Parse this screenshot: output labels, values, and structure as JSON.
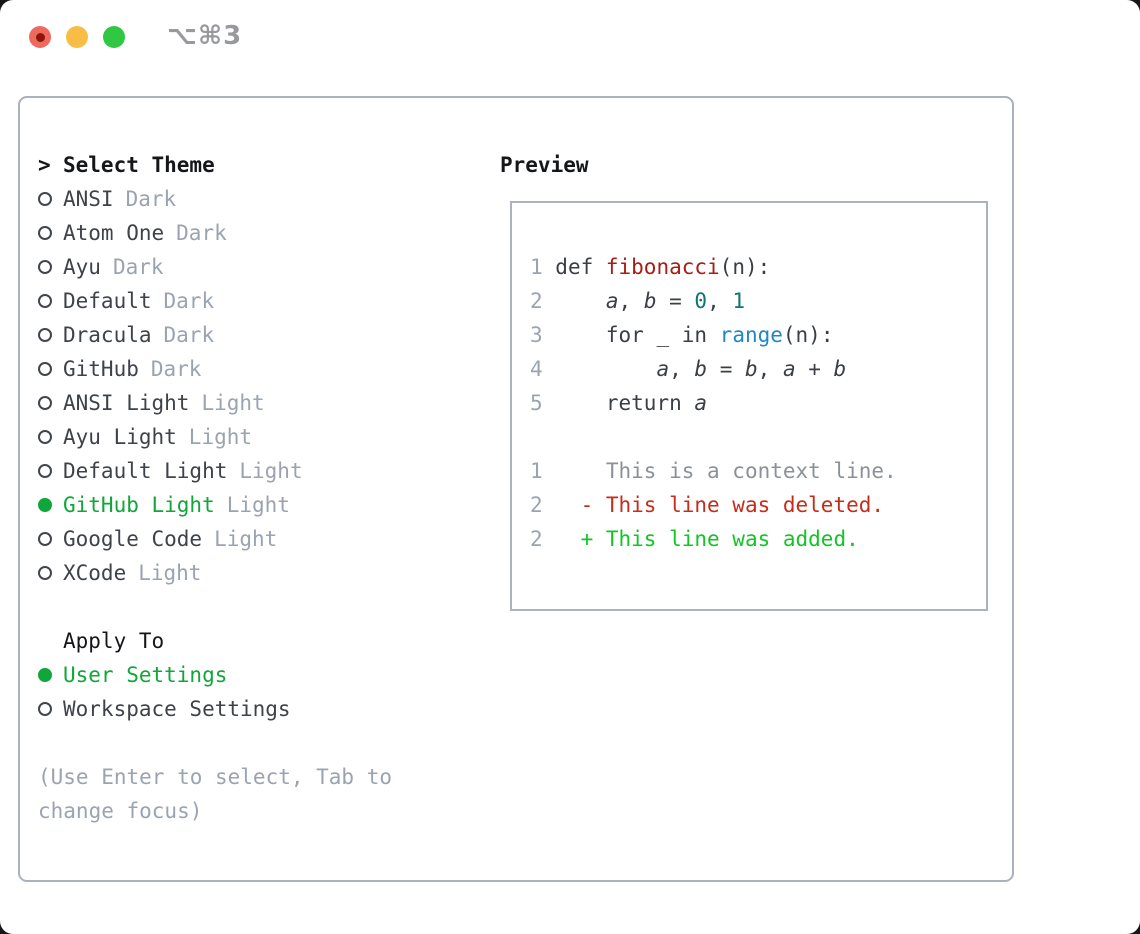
{
  "window": {
    "title": "⌥⌘3",
    "traffic_lights": [
      {
        "name": "close",
        "color": "#ef6a5e",
        "dot_color": "#8c150c"
      },
      {
        "name": "minimize",
        "color": "#f8bd45"
      },
      {
        "name": "zoom",
        "color": "#30c843"
      }
    ]
  },
  "left": {
    "header_prefix": ">",
    "header": "Select Theme",
    "themes": [
      {
        "name": "ANSI",
        "variant": "Dark",
        "selected": false
      },
      {
        "name": "Atom One",
        "variant": "Dark",
        "selected": false
      },
      {
        "name": "Ayu",
        "variant": "Dark",
        "selected": false
      },
      {
        "name": "Default",
        "variant": "Dark",
        "selected": false
      },
      {
        "name": "Dracula",
        "variant": "Dark",
        "selected": false
      },
      {
        "name": "GitHub",
        "variant": "Dark",
        "selected": false
      },
      {
        "name": "ANSI Light",
        "variant": "Light",
        "selected": false
      },
      {
        "name": "Ayu Light",
        "variant": "Light",
        "selected": false
      },
      {
        "name": "Default Light",
        "variant": "Light",
        "selected": false
      },
      {
        "name": "GitHub Light",
        "variant": "Light",
        "selected": true
      },
      {
        "name": "Google Code",
        "variant": "Light",
        "selected": false
      },
      {
        "name": "XCode",
        "variant": "Light",
        "selected": false
      }
    ],
    "apply_to": {
      "header": "Apply To",
      "options": [
        {
          "label": "User Settings",
          "selected": true
        },
        {
          "label": "Workspace Settings",
          "selected": false
        }
      ]
    },
    "hint_lines": [
      "(Use Enter to select, Tab to",
      "change focus)"
    ]
  },
  "preview": {
    "header": "Preview",
    "code_lines": [
      {
        "segments": [
          [
            "1 ",
            "num"
          ],
          [
            "def ",
            "plain"
          ],
          [
            "fibonacci",
            "fn"
          ],
          [
            "(n):",
            "plain"
          ]
        ]
      },
      {
        "segments": [
          [
            "2 ",
            "num"
          ],
          [
            "    ",
            "plain"
          ],
          [
            "a",
            "var"
          ],
          [
            ", ",
            "plain"
          ],
          [
            "b",
            "var"
          ],
          [
            " = ",
            "plain"
          ],
          [
            "0",
            "const"
          ],
          [
            ", ",
            "plain"
          ],
          [
            "1",
            "const"
          ]
        ]
      },
      {
        "segments": [
          [
            "3 ",
            "num"
          ],
          [
            "    for _ in ",
            "plain"
          ],
          [
            "range",
            "builtin"
          ],
          [
            "(n):",
            "plain"
          ]
        ]
      },
      {
        "segments": [
          [
            "4 ",
            "num"
          ],
          [
            "        ",
            "plain"
          ],
          [
            "a",
            "var"
          ],
          [
            ", ",
            "plain"
          ],
          [
            "b",
            "var"
          ],
          [
            " = ",
            "plain"
          ],
          [
            "b",
            "var"
          ],
          [
            ", ",
            "plain"
          ],
          [
            "a",
            "var"
          ],
          [
            " + ",
            "plain"
          ],
          [
            "b",
            "var"
          ]
        ]
      },
      {
        "segments": [
          [
            "5 ",
            "num"
          ],
          [
            "    return ",
            "plain"
          ],
          [
            "a",
            "var"
          ]
        ]
      },
      {
        "segments": []
      },
      {
        "segments": [
          [
            "1 ",
            "num"
          ],
          [
            "    This is a context line.",
            "ctx"
          ]
        ]
      },
      {
        "segments": [
          [
            "2 ",
            "num"
          ],
          [
            "  ",
            "plain"
          ],
          [
            "- This line was deleted.",
            "del"
          ]
        ]
      },
      {
        "segments": [
          [
            "2 ",
            "num"
          ],
          [
            "  ",
            "plain"
          ],
          [
            "+ This line was added.",
            "add"
          ]
        ]
      }
    ]
  },
  "colors": {
    "panel_border": "#aab2bc",
    "header_text": "#141619",
    "theme_name": "#3e434a",
    "variant_tag": "#9aa4b1",
    "radio_ring": "#41464e",
    "selection_green": "#10a63a",
    "hint": "#9aa4b1",
    "title_gray": "#97999d",
    "num": "#9aa4b1",
    "plain": "#3a3f46",
    "var": "#3a3f46",
    "fn": "#a61e14",
    "const": "#0d7478",
    "builtin": "#1f87c4",
    "ctx": "#8a9199",
    "del": "#c52d1b",
    "add": "#14c427"
  }
}
